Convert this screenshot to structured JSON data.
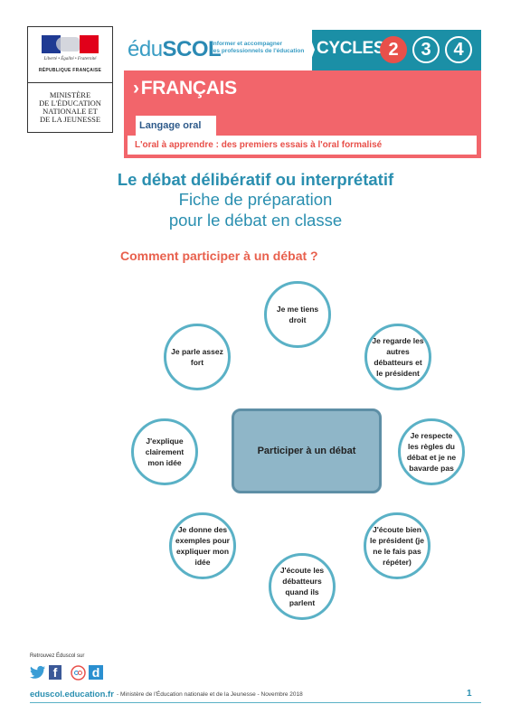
{
  "ministry": {
    "motto": "Liberté • Égalité • Fraternité",
    "republic": "RÉPUBLIQUE FRANÇAISE",
    "name_lines": [
      "MINISTÈRE",
      "DE L'ÉDUCATION",
      "NATIONALE ET",
      "DE LA JEUNESSE"
    ]
  },
  "header": {
    "logo_prefix": "édu",
    "logo_suffix": "SCOL",
    "tagline": [
      "Informer et accompagner",
      "les professionnels de l'éducation"
    ],
    "cycles_label": "CYCLES",
    "cycles": [
      {
        "num": "2",
        "active": true
      },
      {
        "num": "3",
        "active": false
      },
      {
        "num": "4",
        "active": false
      }
    ],
    "accent_color": "#1b8fa6",
    "active_cycle_color": "#e8504a"
  },
  "subject": {
    "title": "FRANÇAIS",
    "chevron": "›",
    "tag": "Langage oral",
    "subtag": "L'oral à apprendre : des premiers essais à l'oral formalisé",
    "band_color": "#f2656b"
  },
  "doc": {
    "title": "Le débat délibératif ou interprétatif",
    "subtitle_lines": [
      "Fiche de préparation",
      "pour le débat en classe"
    ],
    "section": "Comment participer à un débat ?"
  },
  "diagram": {
    "center": "Participer à un débat",
    "nodes": [
      {
        "id": "tiens-droit",
        "text": "Je me tiens droit"
      },
      {
        "id": "regarde",
        "text": "Je regarde les autres débatteurs et le président"
      },
      {
        "id": "respecte",
        "text": "Je respecte les règles du débat et je ne bavarde pas"
      },
      {
        "id": "ecoute-president",
        "text": "J'écoute bien le président (je ne le fais pas répéter)"
      },
      {
        "id": "ecoute-debatteurs",
        "text": "J'écoute les débatteurs quand ils parlent"
      },
      {
        "id": "exemples",
        "text": "Je donne des exemples pour expliquer mon idée"
      },
      {
        "id": "explique",
        "text": "J'explique clairement mon idée"
      },
      {
        "id": "parle-fort",
        "text": "Je parle assez fort"
      }
    ],
    "node_border_color": "#5ab1c6",
    "center_color": "#8fb6c8"
  },
  "footer": {
    "follow": "Retrouvez Éduscol sur",
    "social_icons": [
      "twitter-icon",
      "facebook-icon",
      "pinterest-icon",
      "dailymotion-icon"
    ],
    "url": "eduscol.education.fr",
    "text": "- Ministère de l'Éducation nationale et de la Jeunesse - Novembre 2018",
    "page": "1"
  }
}
